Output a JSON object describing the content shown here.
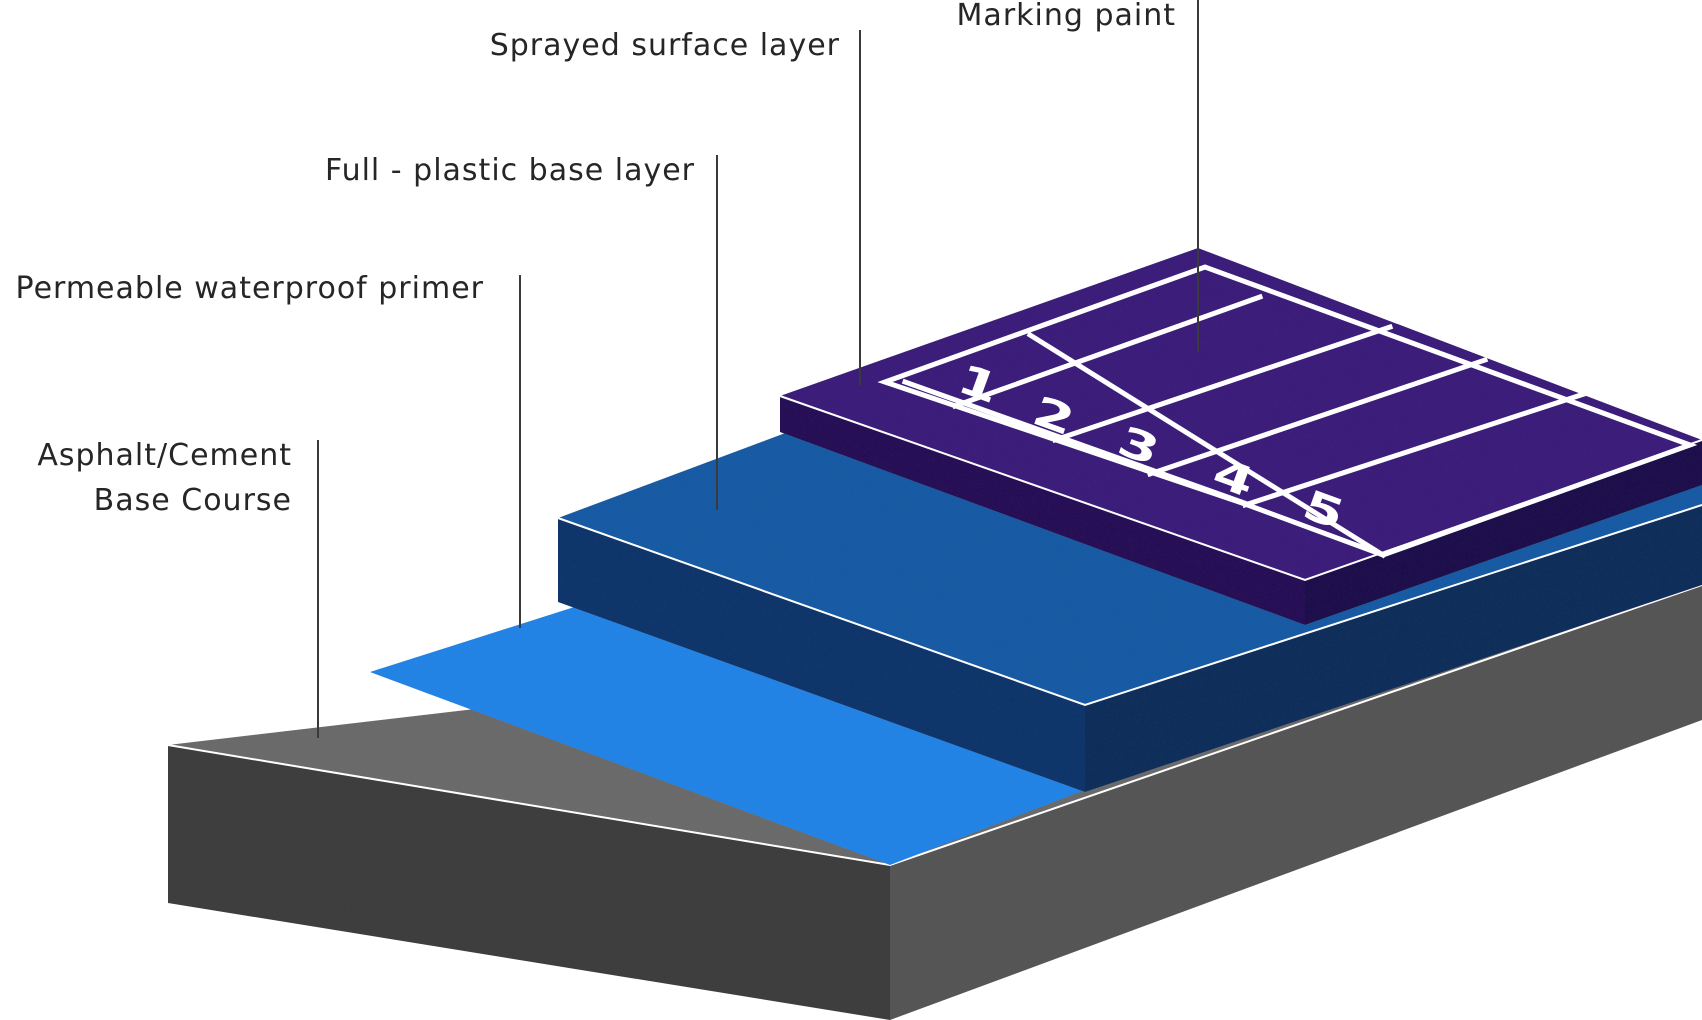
{
  "labels": {
    "marking_paint": "Marking paint",
    "sprayed_surface": "Sprayed surface layer",
    "full_plastic": "Full - plastic base layer",
    "primer": "Permeable waterproof primer",
    "base_line1": "Asphalt/Cement",
    "base_line2": "Base Course"
  },
  "lane_numbers": [
    "1",
    "2",
    "3",
    "4",
    "5"
  ],
  "colors": {
    "base_top": "#6b6b6b",
    "base_front": "#3d3d3d",
    "base_right": "#555555",
    "primer_top": "#2183e4",
    "blue_top": "#175aa3",
    "blue_front": "#10356a",
    "blue_right": "#0c2d5a",
    "purple_top": "#3a1c7a",
    "purple_front": "#251056",
    "purple_right": "#1f0d4c"
  }
}
